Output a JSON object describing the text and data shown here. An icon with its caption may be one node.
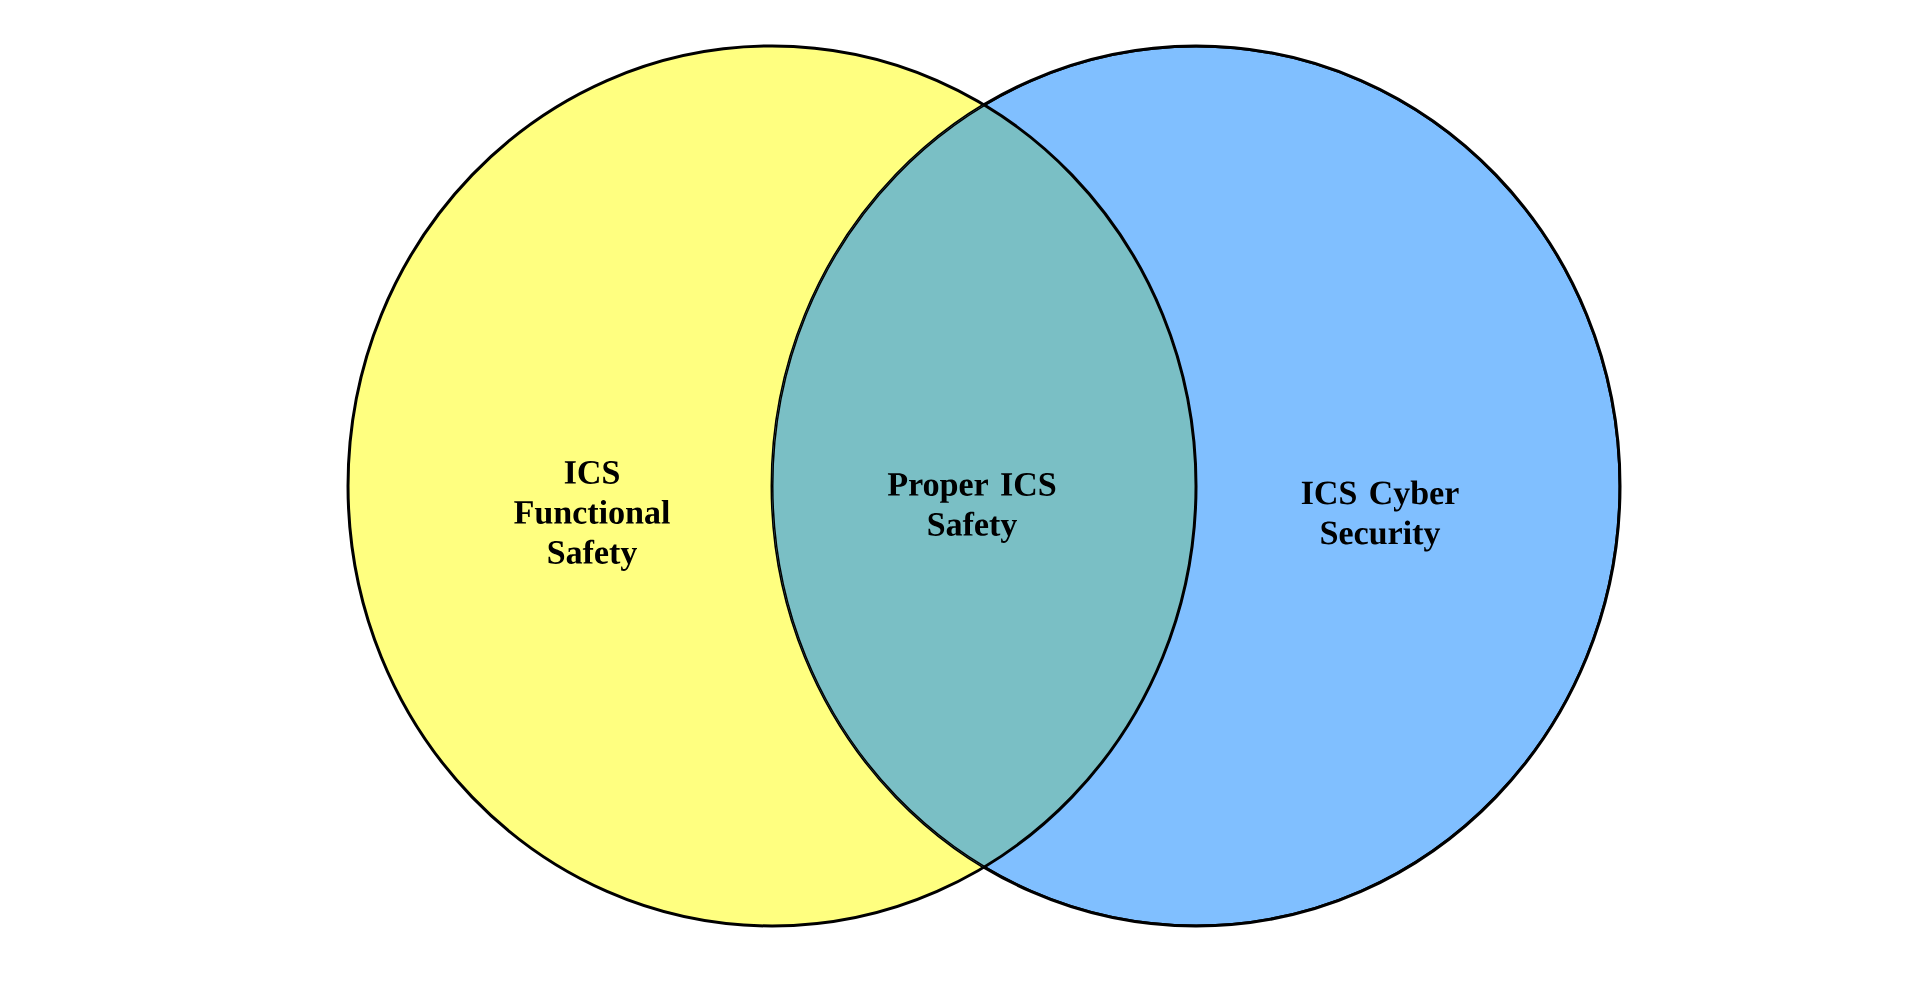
{
  "diagram": {
    "nodes": [
      {
        "text": [
          "ICS Functional Safety"
        ]
      },
      {
        "text": [
          "ICS Cyber Security"
        ]
      },
      {
        "text": [
          "Proper ICS Safety"
        ]
      }
    ]
  }
}
